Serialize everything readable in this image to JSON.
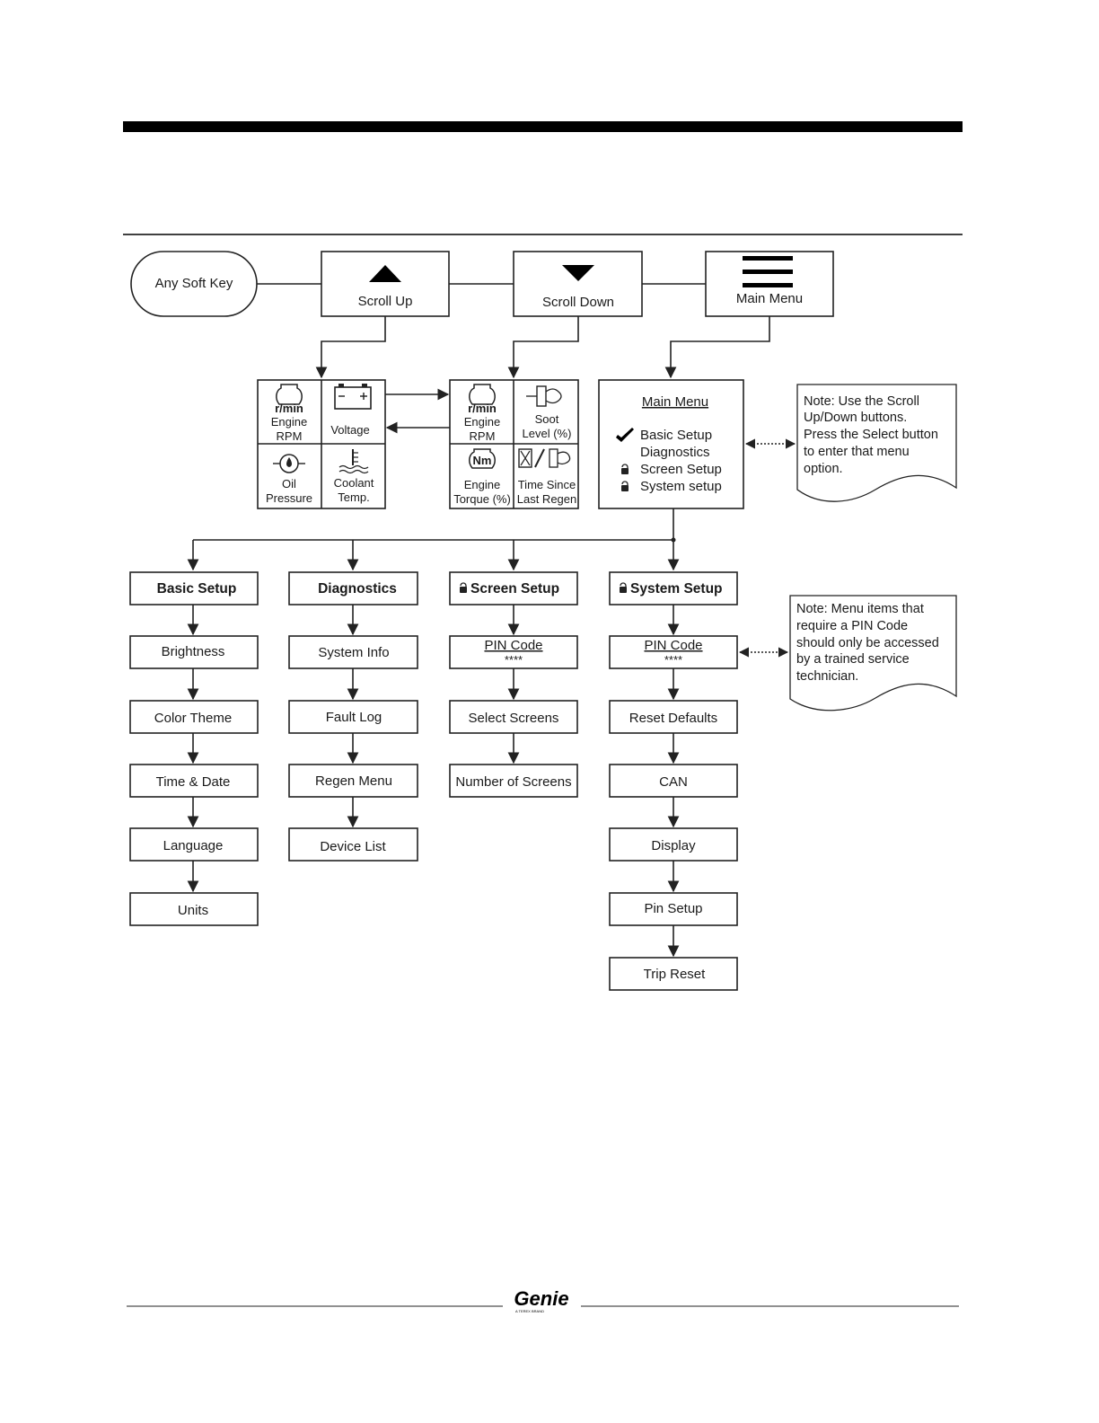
{
  "header": {},
  "nodes": {
    "any_soft_key": "Any Soft Key",
    "scroll_up": "Scroll Up",
    "scroll_down": "Scroll Down",
    "main_menu_key": "Main Menu",
    "gauge_left": {
      "engine_rpm": [
        "Engine",
        "RPM"
      ],
      "voltage": "Voltage",
      "oil_pressure": [
        "Oil",
        "Pressure"
      ],
      "coolant_temp": [
        "Coolant",
        "Temp."
      ]
    },
    "gauge_right": {
      "engine_rpm": [
        "Engine",
        "RPM"
      ],
      "soot_level": [
        "Soot",
        "Level (%)"
      ],
      "engine_torque": [
        "Engine",
        "Torque (%)"
      ],
      "time_since_regen": [
        "Time Since",
        "Last Regen"
      ]
    },
    "rpm_unit": "r/min",
    "torque_unit": "Nm",
    "main_menu_screen": {
      "title": "Main Menu",
      "items": [
        "Basic Setup",
        "Diagnostics",
        "Screen Setup",
        "System setup"
      ]
    },
    "note_scroll": [
      "Note: Use the Scroll",
      "Up/Down buttons.",
      "Press the Select button",
      "to enter that menu",
      "option."
    ],
    "note_pin": [
      "Note: Menu items that",
      "require a PIN Code",
      "should only be accessed",
      "by a trained service",
      "technician."
    ],
    "basic_setup": {
      "title": "Basic Setup",
      "items": [
        "Brightness",
        "Color Theme",
        "Time & Date",
        "Language",
        "Units"
      ]
    },
    "diagnostics": {
      "title": "Diagnostics",
      "items": [
        "System Info",
        "Fault Log",
        "Regen Menu",
        "Device List"
      ]
    },
    "screen_setup": {
      "title": "Screen Setup",
      "pin_label": "PIN Code",
      "pin_mask": "****",
      "items": [
        "Select Screens",
        "Number of Screens"
      ]
    },
    "system_setup": {
      "title": "System Setup",
      "pin_label": "PIN Code",
      "pin_mask": "****",
      "items": [
        "Reset Defaults",
        "CAN",
        "Display",
        "Pin Setup",
        "Trip Reset"
      ]
    }
  },
  "footer": {
    "logo_text": "Genie",
    "logo_sub": "A TEREX BRAND"
  }
}
